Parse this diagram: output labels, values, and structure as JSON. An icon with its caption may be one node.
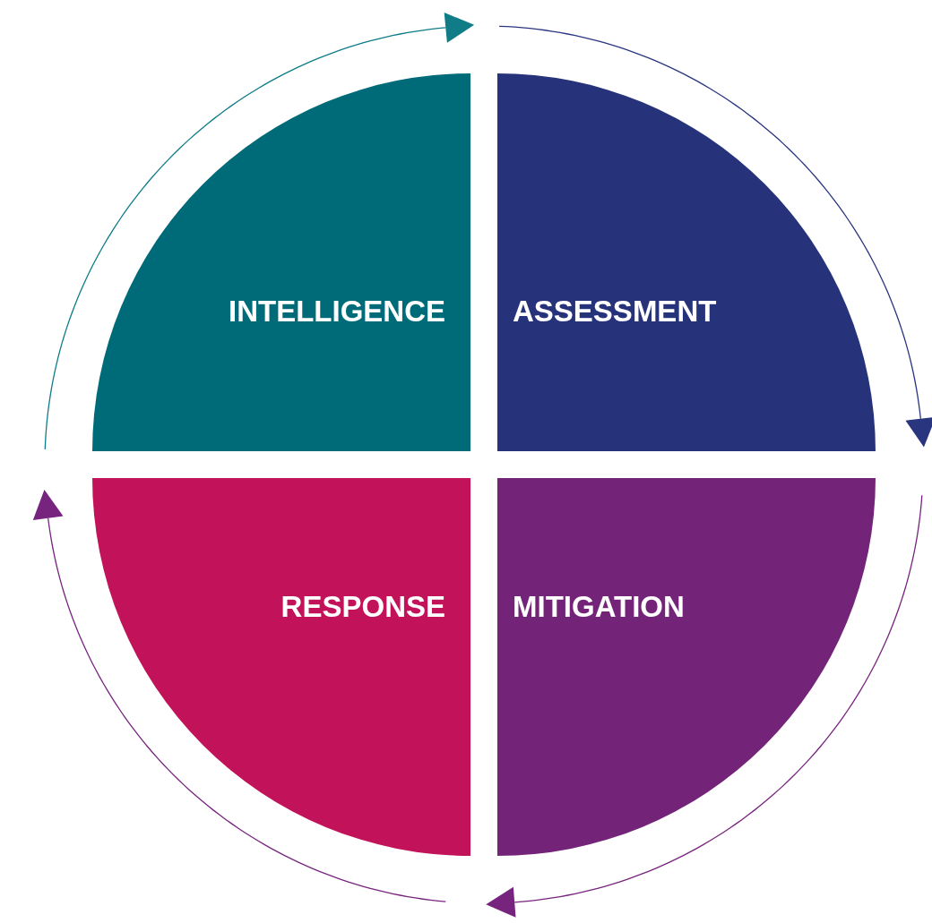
{
  "diagram": {
    "nodes": [
      {
        "text": [
          "INTELLIGENCE"
        ]
      },
      {
        "text": [
          "ASSESSMENT"
        ]
      },
      {
        "text": [
          "RESPONSE"
        ]
      },
      {
        "text": [
          "MITIGATION"
        ]
      }
    ]
  }
}
